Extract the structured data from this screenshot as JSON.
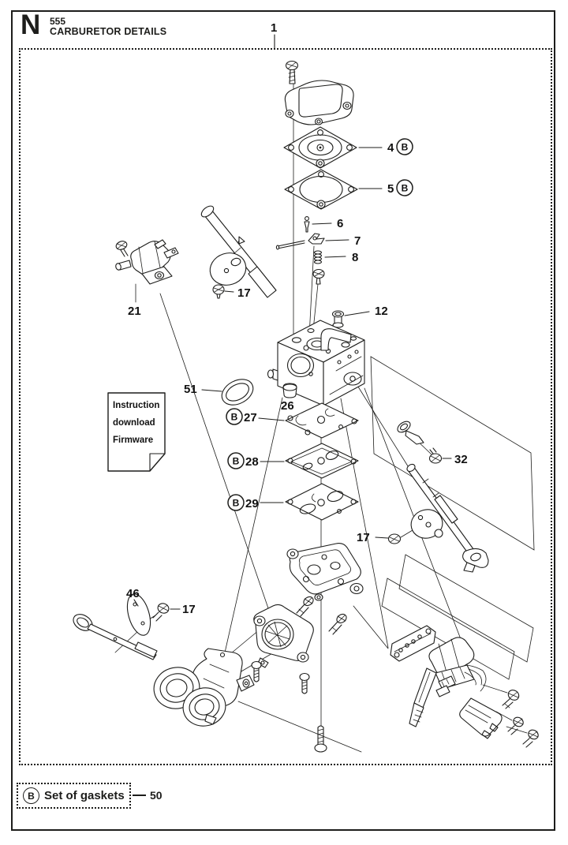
{
  "header": {
    "section_letter": "N",
    "model": "555",
    "title": "CARBURETOR DETAILS"
  },
  "top_ref": {
    "number": "1"
  },
  "badge_letter": "B",
  "callouts": {
    "item4": "4",
    "item5": "5",
    "item6": "6",
    "item7": "7",
    "item8": "8",
    "item12": "12",
    "item17": "17",
    "item21": "21",
    "item26": "26",
    "item27": "27",
    "item28": "28",
    "item29": "29",
    "item32": "32",
    "item46": "46",
    "item51": "51"
  },
  "note": {
    "line1": "Instruction",
    "line2": "download",
    "line3": "Firmware"
  },
  "legend": {
    "label": "Set of gaskets",
    "ref_number": "50"
  },
  "colors": {
    "ink": "#1d1d1b",
    "paper": "#ffffff"
  }
}
